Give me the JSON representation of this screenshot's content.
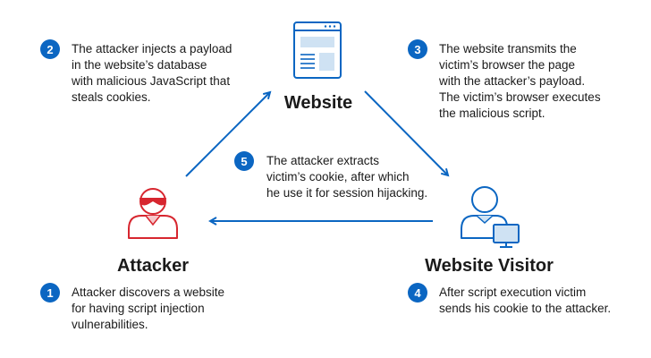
{
  "colors": {
    "accent": "#0b66c2",
    "attacker": "#d7262f",
    "text": "#1a1a1a"
  },
  "nodes": {
    "website": {
      "label": "Website",
      "icon": "browser-window-icon"
    },
    "attacker": {
      "label": "Attacker",
      "icon": "attacker-sunglasses-icon"
    },
    "visitor": {
      "label": "Website Visitor",
      "icon": "user-computer-icon"
    }
  },
  "steps": [
    {
      "number": "1",
      "text": "Attacker discovers a website\nfor having script injection\nvulnerabilities."
    },
    {
      "number": "2",
      "text": "The attacker injects a payload\nin the website’s database\nwith malicious JavaScript that\nsteals cookies."
    },
    {
      "number": "3",
      "text": "The website transmits the\nvictim’s browser the page\nwith the attacker’s payload.\nThe victim’s browser executes\nthe malicious script."
    },
    {
      "number": "4",
      "text": "After script execution victim\nsends his cookie to the attacker."
    },
    {
      "number": "5",
      "text": "The attacker extracts\nvictim’s cookie, after which\nhe use it for session hijacking."
    }
  ]
}
